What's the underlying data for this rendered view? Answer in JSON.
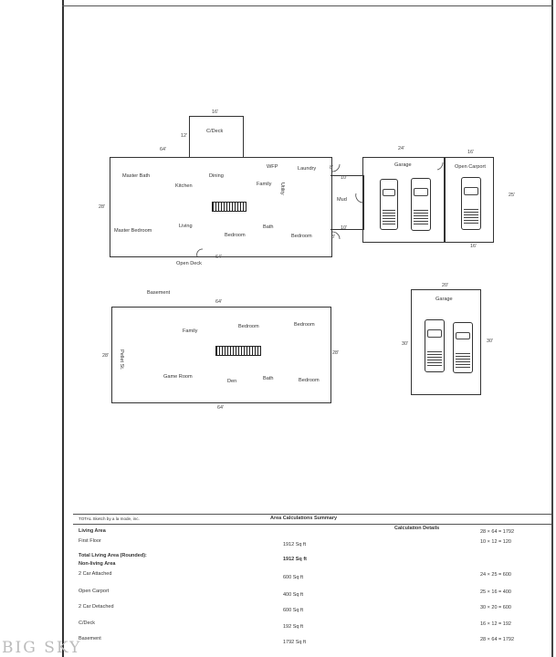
{
  "first_floor": {
    "deck_label": "C/Deck",
    "deck_width": "16'",
    "deck_depth": "12'",
    "house_width_top": "64'",
    "house_width_bottom": "64'",
    "house_depth": "28'",
    "bump_dim_top": "8'",
    "bump_dim_bottom": "8'",
    "connector_top": "10'",
    "connector_bottom": "10'",
    "rooms": {
      "master_bath": "Master Bath",
      "kitchen": "Kitchen",
      "dining": "Dining",
      "wfp": "WFP",
      "family": "Family",
      "laundry": "Laundry",
      "utility": "Utility",
      "living": "Living",
      "master_bedroom": "Master Bedroom",
      "bedroom1": "Bedroom",
      "bath": "Bath",
      "bedroom2": "Bedroom",
      "mud": "Mud",
      "open_deck": "Open Deck"
    },
    "garage_label": "Garage",
    "garage_width": "24'",
    "carport_label": "Open Carport",
    "carport_width_top": "16'",
    "carport_width_bottom": "16'",
    "garage_depth": "25'"
  },
  "basement": {
    "title": "Basement",
    "width_top": "64'",
    "width_bottom": "64'",
    "depth_left": "28'",
    "depth_right": "28'",
    "rooms": {
      "family": "Family",
      "bedroom1": "Bedroom",
      "bedroom2": "Bedroom",
      "game_room": "Game Room",
      "den": "Den",
      "bath": "Bath",
      "bedroom3": "Bedroom",
      "pellet_st": "Pellet St."
    }
  },
  "detached_garage": {
    "label": "Garage",
    "width": "20'",
    "depth_left": "30'",
    "depth_right": "30'"
  },
  "footer": {
    "credit": "TOTAL Sketch by a la mode, inc.",
    "summary_title": "Area Calculations Summary",
    "details_title": "Calculation Details",
    "rows": [
      {
        "label": "Living Area",
        "value": "",
        "calc": "28 × 64 = 1792",
        "bold": true
      },
      {
        "label": "First Floor",
        "value": "1912 Sq ft",
        "calc": "10 × 12 = 120",
        "bold": false
      },
      {
        "label": "Total Living Area (Rounded):",
        "value": "1912 Sq ft",
        "calc": "",
        "bold": true
      },
      {
        "label": "Non-living Area",
        "value": "",
        "calc": "",
        "bold": true
      },
      {
        "label": "2 Car Attached",
        "value": "600 Sq ft",
        "calc": "24 × 25 = 600",
        "bold": false
      },
      {
        "label": "Open Carport",
        "value": "400 Sq ft",
        "calc": "25 × 16 = 400",
        "bold": false
      },
      {
        "label": "2 Car Detached",
        "value": "600 Sq ft",
        "calc": "30 × 20 = 600",
        "bold": false
      },
      {
        "label": "C/Deck",
        "value": "192 Sq ft",
        "calc": "16 × 12 = 192",
        "bold": false
      },
      {
        "label": "Basement",
        "value": "1792 Sq ft",
        "calc": "28 × 64 = 1792",
        "bold": false
      }
    ]
  },
  "watermark": "BIG SKY"
}
